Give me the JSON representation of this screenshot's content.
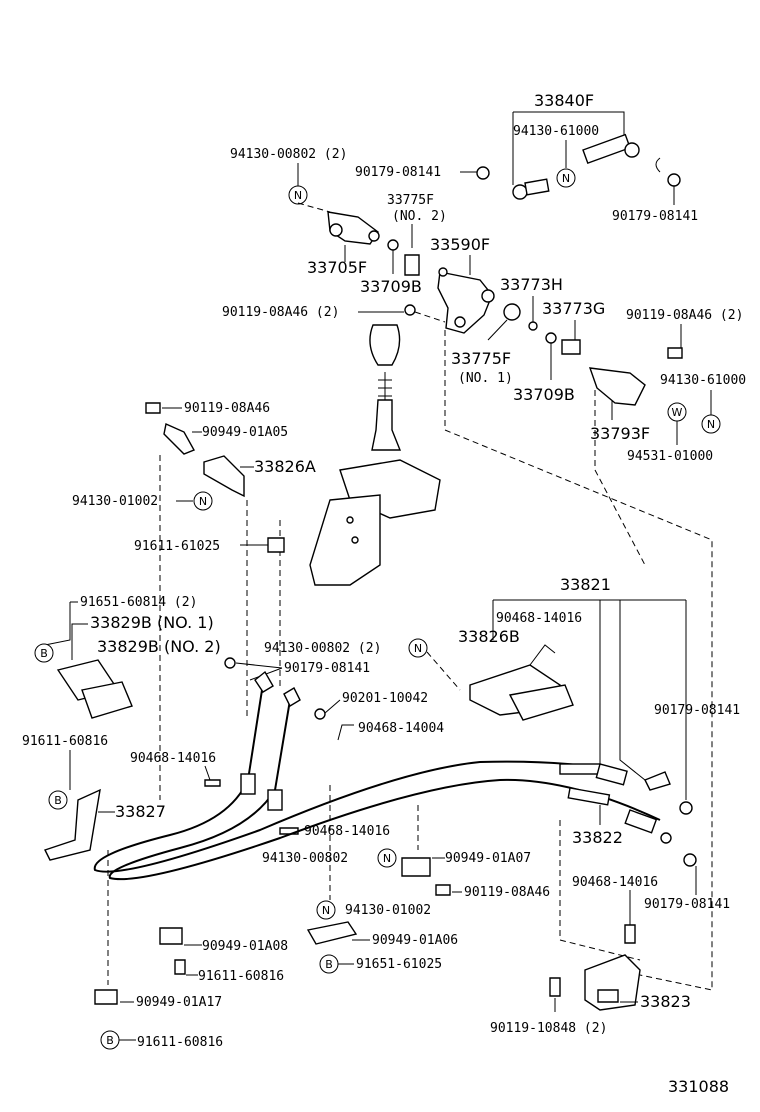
{
  "labels": {
    "p33840F": "33840F",
    "p94130_61000_top": "94130-61000",
    "p94130_00802_2_top": "94130-00802 (2)",
    "p90179_08141_a": "90179-08141",
    "p90179_08141_b": "90179-08141",
    "p33775F_no2": "33775F",
    "no2": "(NO. 2)",
    "p33590F": "33590F",
    "p33705F": "33705F",
    "p33709B_a": "33709B",
    "p33773H": "33773H",
    "p33773G": "33773G",
    "p90119_08A46_2_a": "90119-08A46 (2)",
    "p90119_08A46_2_b": "90119-08A46 (2)",
    "p33775F_no1": "33775F",
    "no1": "(NO. 1)",
    "p33709B_b": "33709B",
    "p94130_61000_right": "94130-61000",
    "p33793F": "33793F",
    "p94531_01000": "94531-01000",
    "p90119_08A46": "90119-08A46",
    "p90949_01A05": "90949-01A05",
    "p33826A": "33826A",
    "p94130_01002_a": "94130-01002",
    "p91611_61025": "91611-61025",
    "p91651_60814_2": "91651-60814 (2)",
    "p33829B_no1": "33829B (NO. 1)",
    "p33829B_no2": "33829B (NO. 2)",
    "p33821": "33821",
    "p90468_14016_a": "90468-14016",
    "p33826B": "33826B",
    "p94130_00802_2_mid": "94130-00802 (2)",
    "p90179_08141_c": "90179-08141",
    "p90201_10042": "90201-10042",
    "p90468_14004": "90468-14004",
    "p90179_08141_d": "90179-08141",
    "p91611_60816_a": "91611-60816",
    "p90468_14016_b": "90468-14016",
    "p33827": "33827",
    "p90468_14016_c": "90468-14016",
    "p94130_00802": "94130-00802",
    "p90949_01A07": "90949-01A07",
    "p33822": "33822",
    "p90468_14016_d": "90468-14016",
    "p90119_08A46_c": "90119-08A46",
    "p90179_08141_e": "90179-08141",
    "p94130_01002_b": "94130-01002",
    "p90949_01A08": "90949-01A08",
    "p90949_01A06": "90949-01A06",
    "p91611_60816_b": "91611-60816",
    "p91651_61025": "91651-61025",
    "p90949_01A17": "90949-01A17",
    "p33823": "33823",
    "p91611_60816_c": "91611-60816",
    "p90119_10848_2": "90119-10848 (2)",
    "fig_no": "331088"
  },
  "markers": {
    "N": "N",
    "W": "W",
    "B": "B"
  }
}
